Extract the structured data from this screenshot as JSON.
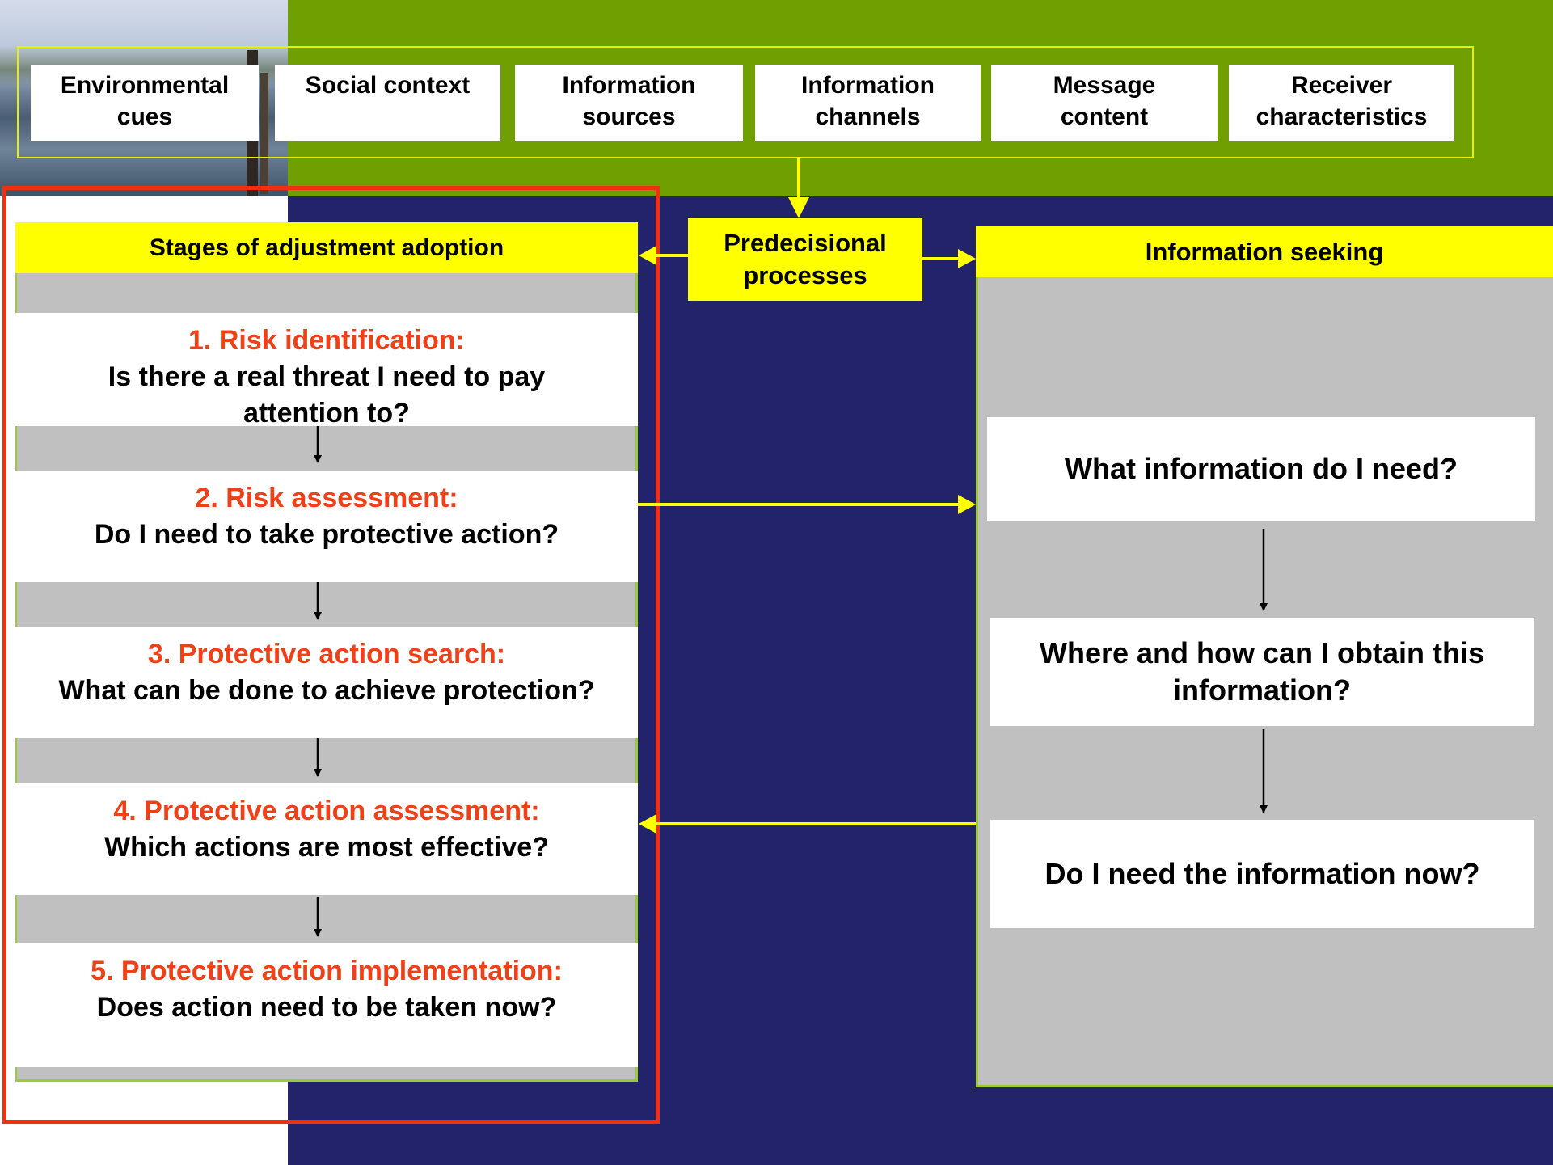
{
  "factors": [
    {
      "label": "Environmental\ncues"
    },
    {
      "label": "Social context"
    },
    {
      "label": "Information\nsources"
    },
    {
      "label": "Information\nchannels"
    },
    {
      "label": "Message\ncontent"
    },
    {
      "label": "Receiver\ncharacteristics"
    }
  ],
  "predecisional": {
    "label": "Predecisional\nprocesses"
  },
  "stages": {
    "header": "Stages of adjustment adoption",
    "items": [
      {
        "title": "1. Risk identification:",
        "question": "Is there a real threat I need to pay\nattention to?"
      },
      {
        "title": "2. Risk assessment:",
        "question": "Do I need to take protective action?"
      },
      {
        "title": "3. Protective action search:",
        "question": "What can be done to achieve protection?"
      },
      {
        "title": "4. Protective action assessment:",
        "question": "Which actions are most effective?"
      },
      {
        "title": "5. Protective action implementation:",
        "question": "Does action need to be taken now?"
      }
    ]
  },
  "seeking": {
    "header": "Information seeking",
    "items": [
      {
        "label": "What information do I need?"
      },
      {
        "label": "Where and how can I obtain this\ninformation?"
      },
      {
        "label": "Do I need the information now?"
      }
    ]
  },
  "colors": {
    "green_band": "#6f9f00",
    "navy": "#22236a",
    "yellow": "#ffff00",
    "stage_title_red": "#f04018",
    "frame_red": "#f03010",
    "panel_gray": "#c0c0c0"
  }
}
